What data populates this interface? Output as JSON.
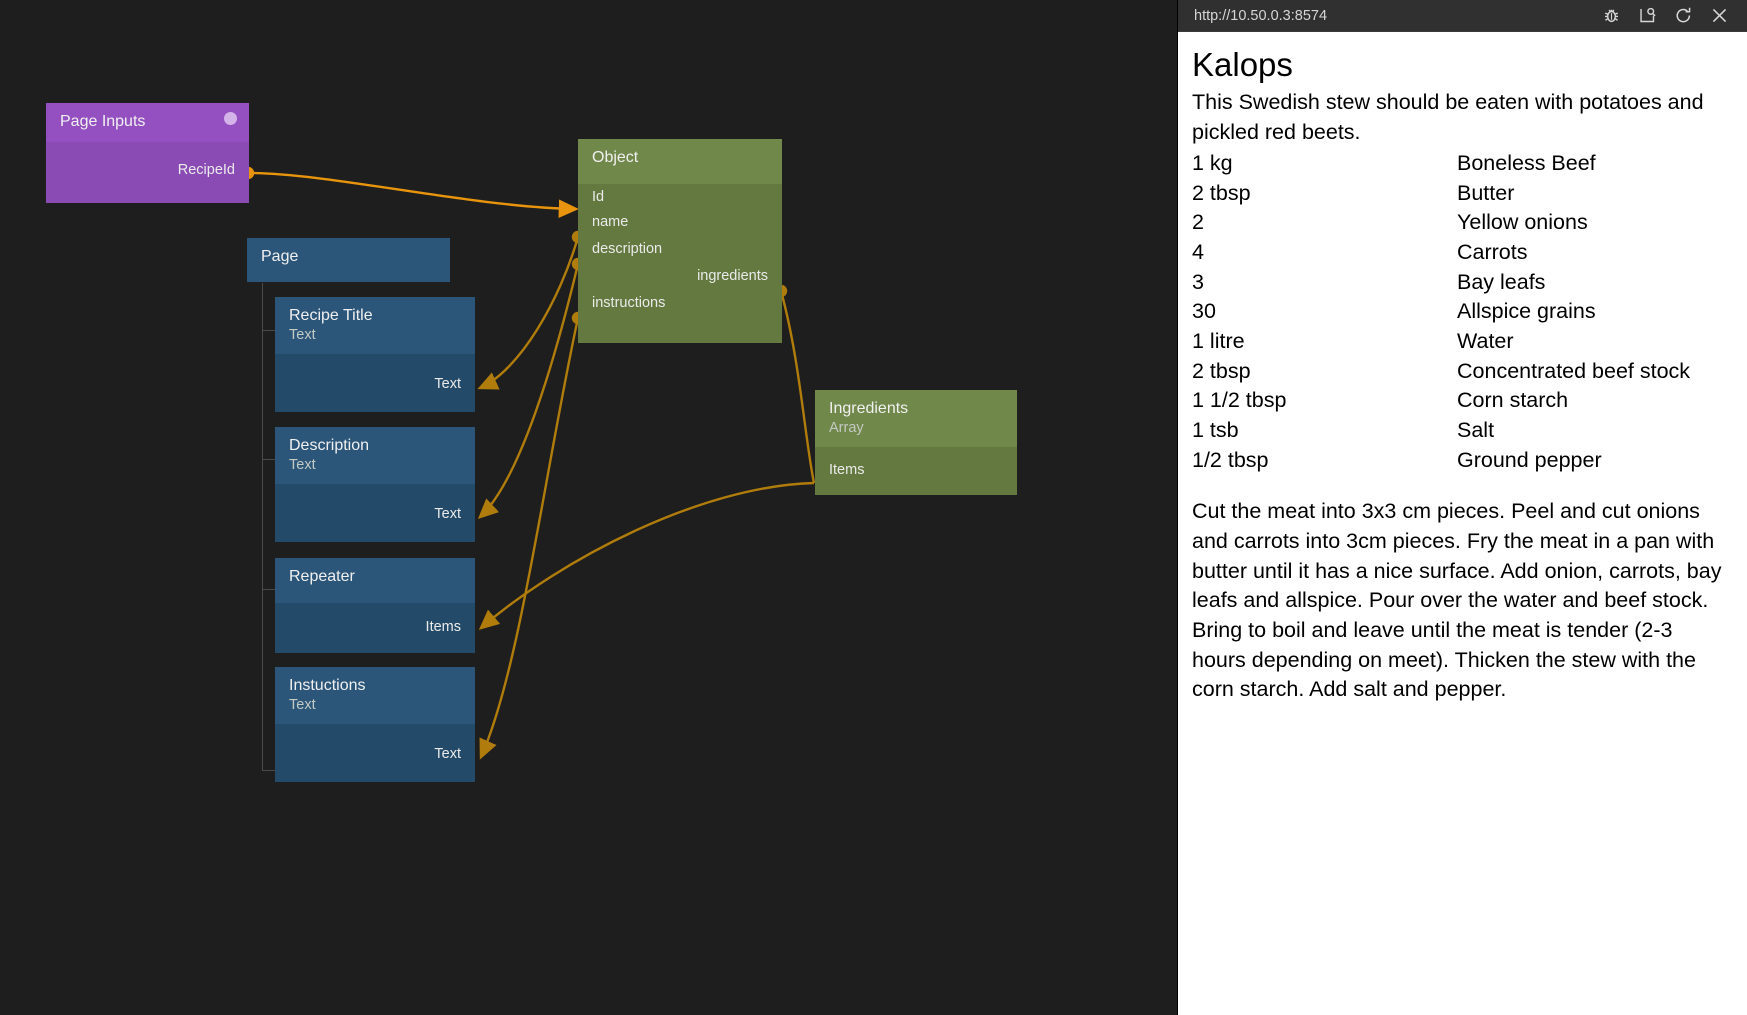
{
  "editor": {
    "nodes": [
      {
        "id": "page-inputs",
        "title": "Page Inputs",
        "subtitle": "",
        "color": "purple",
        "has_badge": true,
        "outputs": [
          "RecipeId"
        ],
        "inputs": []
      },
      {
        "id": "page",
        "title": "Page",
        "subtitle": "",
        "color": "blue",
        "outputs": [],
        "inputs": []
      },
      {
        "id": "recipe-title",
        "title": "Recipe Title",
        "subtitle": "Text",
        "color": "blue",
        "outputs": [
          "Text"
        ],
        "inputs": []
      },
      {
        "id": "description",
        "title": "Description",
        "subtitle": "Text",
        "color": "blue",
        "outputs": [
          "Text"
        ],
        "inputs": []
      },
      {
        "id": "repeater",
        "title": "Repeater",
        "subtitle": "",
        "color": "blue",
        "outputs": [
          "Items"
        ],
        "inputs": []
      },
      {
        "id": "instuctions",
        "title": "Instuctions",
        "subtitle": "Text",
        "color": "blue",
        "outputs": [
          "Text"
        ],
        "inputs": []
      },
      {
        "id": "object",
        "title": "Object",
        "subtitle": "",
        "color": "green",
        "inputs": [
          "Id",
          "name",
          "description",
          "instructions"
        ],
        "outputs": [
          "ingredients"
        ]
      },
      {
        "id": "ingredients",
        "title": "Ingredients",
        "subtitle": "Array",
        "color": "green",
        "inputs": [
          "Items"
        ],
        "outputs": []
      }
    ],
    "wire_color": "#e8940c",
    "wire_color_dim": "#a7720a",
    "canvas_bg": "#1e1e1e"
  },
  "browser": {
    "url": "http://10.50.0.3:8574",
    "buttons": [
      {
        "name": "debug-icon",
        "label": "Debug"
      },
      {
        "name": "inspect-icon",
        "label": "Inspect"
      },
      {
        "name": "reload-icon",
        "label": "Reload"
      },
      {
        "name": "close-icon",
        "label": "Close"
      }
    ]
  },
  "recipe": {
    "title": "Kalops",
    "description": "This Swedish stew should be eaten with potatoes and pickled red beets.",
    "ingredients": [
      {
        "amount": "1 kg",
        "name": "Boneless Beef"
      },
      {
        "amount": "2 tbsp",
        "name": "Butter"
      },
      {
        "amount": "2",
        "name": "Yellow onions"
      },
      {
        "amount": "4",
        "name": "Carrots"
      },
      {
        "amount": "3",
        "name": "Bay leafs"
      },
      {
        "amount": "30",
        "name": "Allspice grains"
      },
      {
        "amount": "1 litre",
        "name": "Water"
      },
      {
        "amount": "2 tbsp",
        "name": "Concentrated beef stock"
      },
      {
        "amount": "1 1/2 tbsp",
        "name": "Corn starch"
      },
      {
        "amount": "1 tsb",
        "name": "Salt"
      },
      {
        "amount": "1/2 tbsp",
        "name": "Ground pepper"
      }
    ],
    "instructions": "Cut the meat into 3x3 cm pieces. Peel and cut onions and carrots into 3cm pieces. Fry the meat in a pan with butter until it has a nice surface. Add onion, carrots, bay leafs and allspice. Pour over the water and beef stock. Bring to boil and leave until the meat is tender (2-3 hours depending on meet). Thicken the stew with the corn starch. Add salt and pepper."
  }
}
